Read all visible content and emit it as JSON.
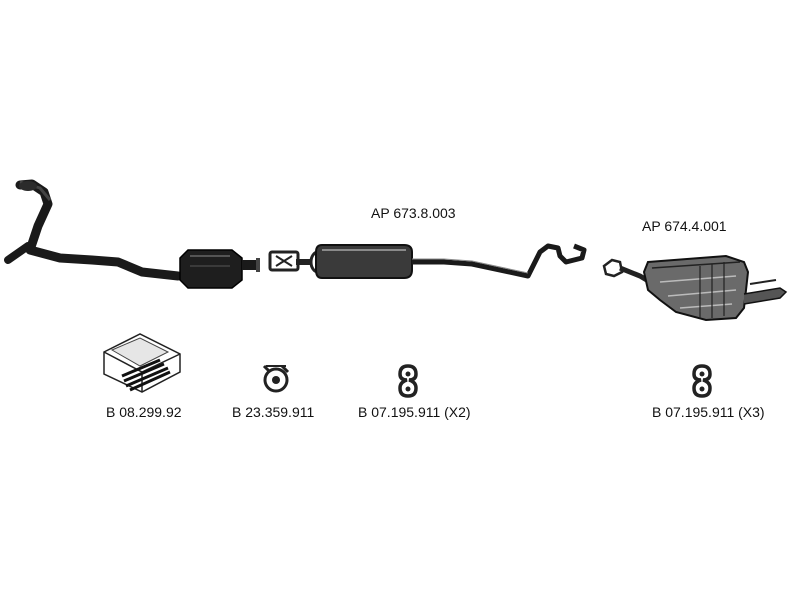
{
  "parts": {
    "middle_silencer": {
      "label": "AP 673.8.003"
    },
    "rear_silencer": {
      "label": "AP 674.4.001"
    }
  },
  "accessories": [
    {
      "label": "B 08.299.92",
      "icon": "mounting-kit-box-icon"
    },
    {
      "label": "B 23.359.911",
      "icon": "pipe-clamp-icon"
    },
    {
      "label": "B 07.195.911 (X2)",
      "icon": "rubber-hanger-icon"
    },
    {
      "label": "B 07.195.911 (X3)",
      "icon": "rubber-hanger-icon"
    }
  ]
}
